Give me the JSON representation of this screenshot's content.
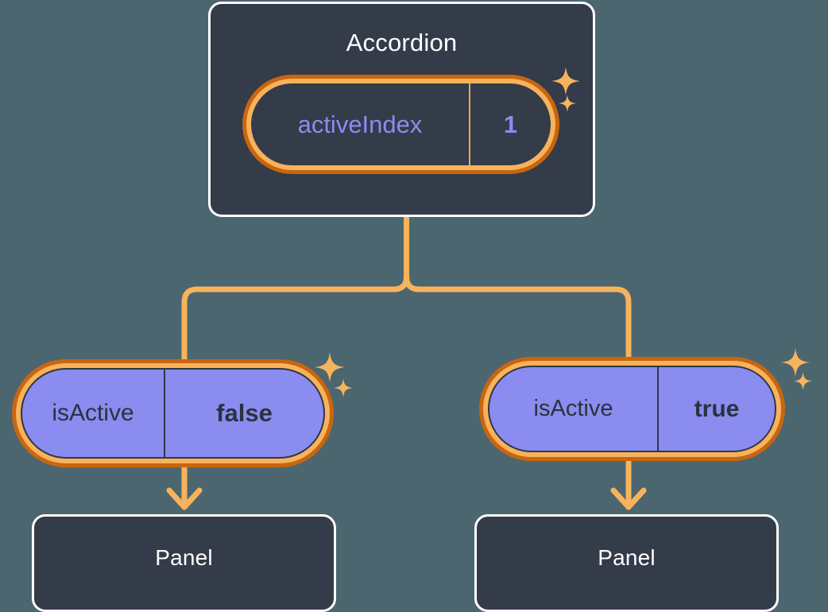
{
  "diagram": {
    "title_semantics": "component-state-tree",
    "background_color": "#4c6670",
    "card_color": "#343b49",
    "card_border_color": "#ffffff",
    "accent_amber": "#f7b35c",
    "accent_orange_dark": "#c8660f",
    "purple_fill": "#8a8cf0",
    "text_dark": "#2b323f",
    "text_light": "#ffffff"
  },
  "root": {
    "label": "Accordion",
    "state": {
      "key": "activeIndex",
      "value": "1"
    }
  },
  "branches": [
    {
      "state": {
        "key": "isActive",
        "value": "false"
      },
      "child": {
        "label": "Panel"
      }
    },
    {
      "state": {
        "key": "isActive",
        "value": "true"
      },
      "child": {
        "label": "Panel"
      }
    }
  ],
  "icons": {
    "sparkle": "sparkle-four-point-star",
    "arrow": "arrow-down-icon"
  }
}
